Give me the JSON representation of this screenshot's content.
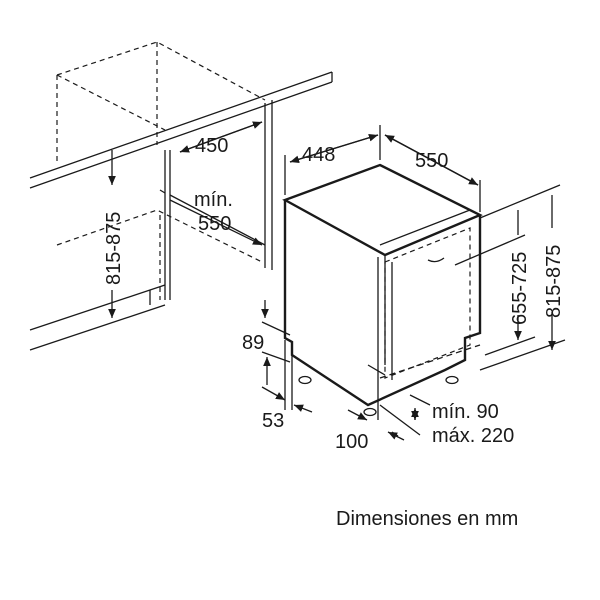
{
  "cabinet": {
    "width": "450",
    "depth_label": "mín.",
    "depth": "550",
    "height": "815-875"
  },
  "appliance": {
    "width": "448",
    "depth": "550",
    "door_height": "655-725",
    "total_height": "815-875",
    "plinth_height": "89",
    "plinth_depth": "53",
    "foot_offset": "100",
    "plinth_min": "mín. 90",
    "plinth_max": "máx. 220"
  },
  "caption": "Dimensiones en mm"
}
